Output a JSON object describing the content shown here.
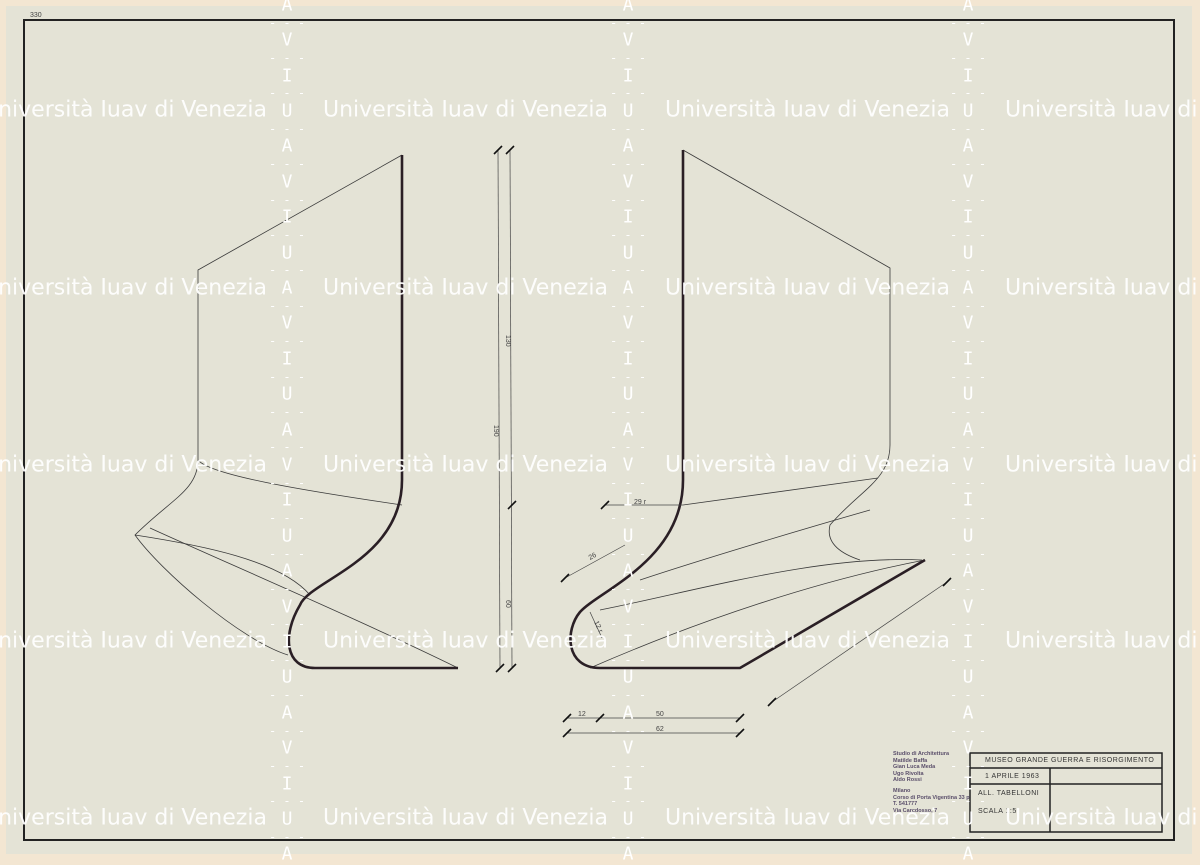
{
  "sheet_number": "330",
  "title_block": {
    "studio": [
      "Studio di Architettura",
      "Matilde Baffa",
      "Gian Luca Meda",
      "Ugo Rivolta",
      "Aldo Rossi"
    ],
    "address": [
      "Milano",
      "Corso di Porta Vigentina 33 p",
      "T. 541777",
      "Via Carcdosso, 7"
    ],
    "project": "MUSEO GRANDE GUERRA E  RISORGIMENTO",
    "date": "1 APRILE 1963",
    "subject": "ALL. TABELLONI",
    "scale": "SCALA 1:5"
  },
  "dimensions": {
    "total_height": "190",
    "upper_height": "130",
    "lower_height": "60",
    "radius_top": "29 r",
    "diagonal": "26",
    "radius_bottom": "12 r",
    "base_short": "12",
    "base_long": "50",
    "base_total": "62"
  },
  "watermark": {
    "text": "Università Iuav di Venezia",
    "letters": [
      "I",
      "U",
      "A",
      "V"
    ],
    "separator": "- - -"
  }
}
